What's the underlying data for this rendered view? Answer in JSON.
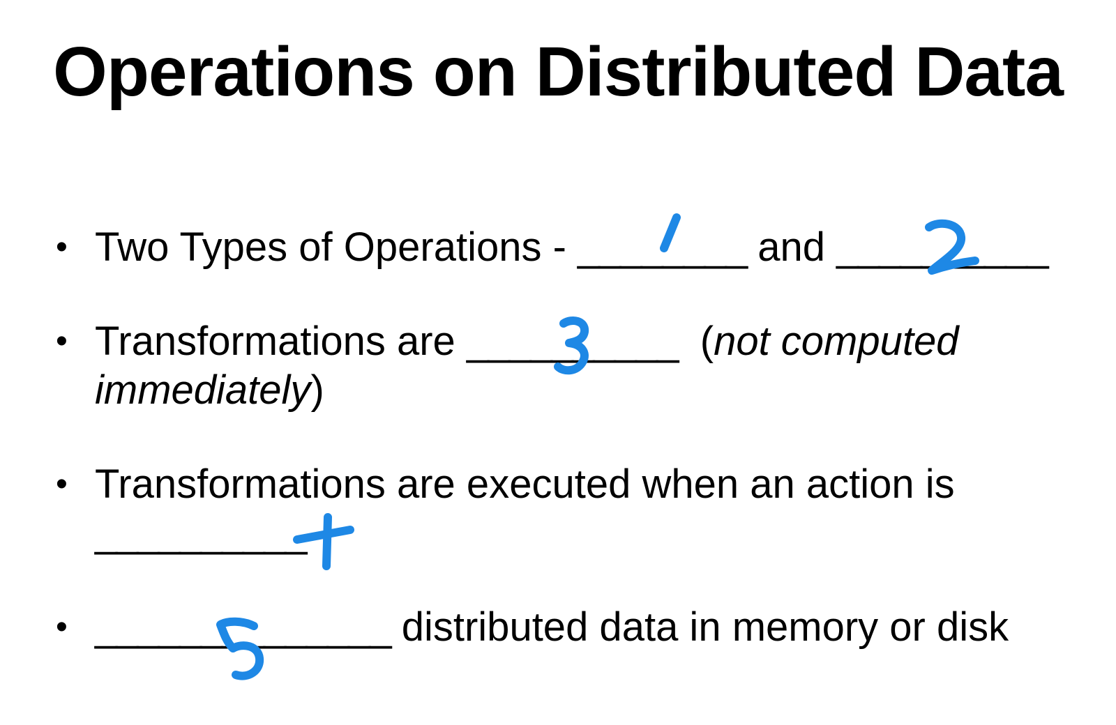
{
  "title": "Operations on Distributed Data",
  "bullets": [
    {
      "dot": "•",
      "pre": "Two Types of Operations - ",
      "blank1": "________",
      "mid": " and ",
      "blank2": "__________"
    },
    {
      "dot": "•",
      "pre": "Transformations are ",
      "blank": "__________",
      "gap": "  (",
      "italic1": "not computed",
      "italic2": "immediately",
      "close": ")"
    },
    {
      "dot": "•",
      "line1": "Transformations are executed when an action is",
      "blank": "__________"
    },
    {
      "dot": "•",
      "blank": "______________",
      "post": " distributed data in memory or disk"
    }
  ],
  "annotations": [
    "1",
    "2",
    "3",
    "4",
    "5"
  ],
  "ink_color": "#1e88e5"
}
